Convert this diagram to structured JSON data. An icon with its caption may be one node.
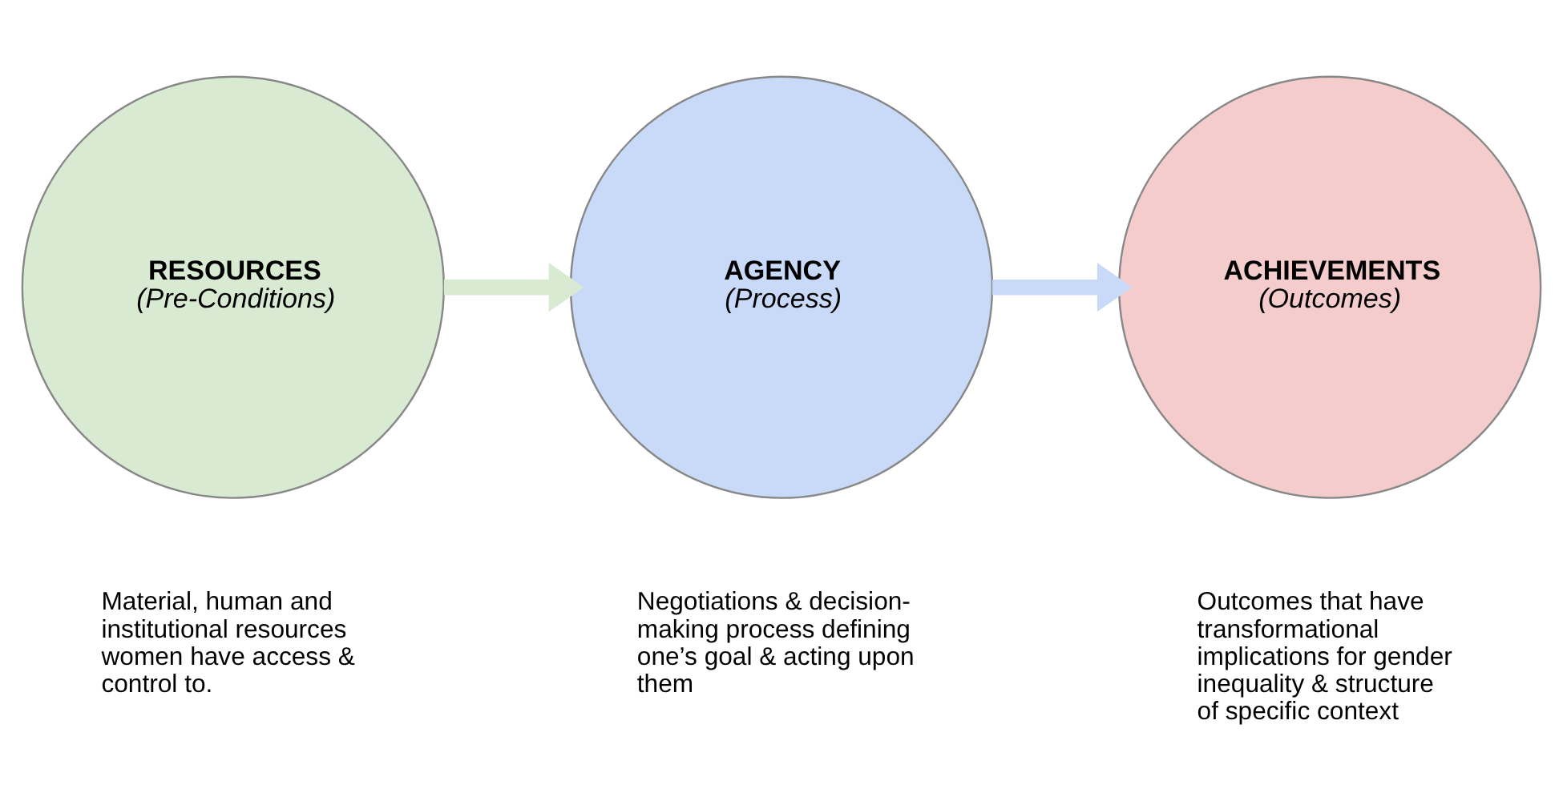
{
  "diagram": {
    "nodes": [
      {
        "text": [
          "RESOURCES",
          "(Pre-Conditions)"
        ],
        "beside": [
          "Material, human and institutional resources women have access & control to."
        ]
      },
      {
        "text": [
          "AGENCY",
          "(Process)"
        ],
        "beside": [
          "Negotiations & decision-making process defining one’s goal & acting upon them"
        ]
      },
      {
        "text": [
          "ACHIEVEMENTS",
          "(Outcomes)"
        ],
        "beside": [
          "Outcomes that have transformational implications for gender inequality & structure of specific context"
        ]
      }
    ],
    "edges": [
      {
        "from": 0,
        "to": 1,
        "arrow": "to",
        "color": "#d9ead3"
      },
      {
        "from": 1,
        "to": 2,
        "arrow": "to",
        "color": "#c9daf8"
      }
    ]
  }
}
